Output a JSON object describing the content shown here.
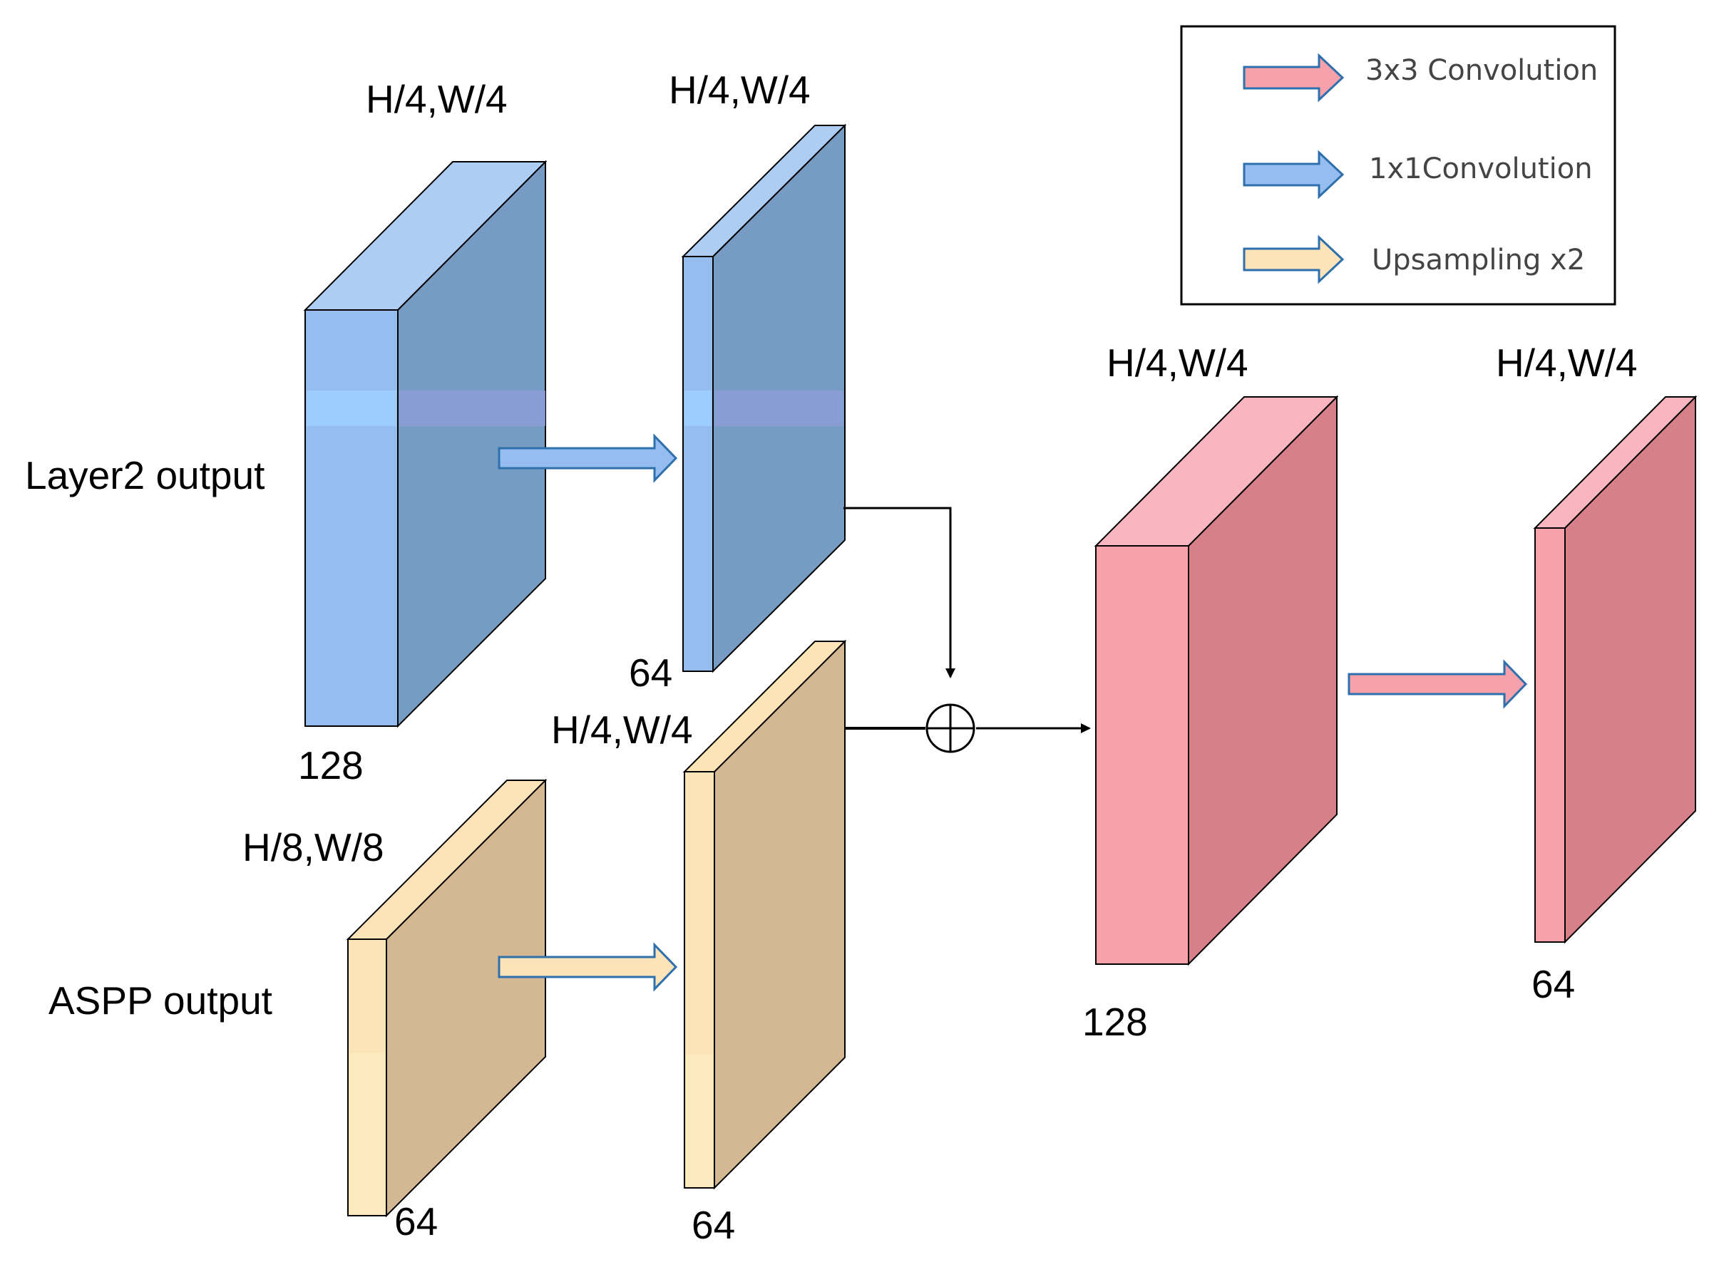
{
  "blocks": {
    "layer2_input": {
      "dims": "H/4,W/4",
      "channels": "128"
    },
    "layer2_conv": {
      "dims": "H/4,W/4",
      "channels": "64"
    },
    "aspp_input": {
      "dims": "H/8,W/8",
      "channels": "64"
    },
    "aspp_upsampled": {
      "dims": "H/4,W/4",
      "channels": "64"
    },
    "fused_conv": {
      "dims": "H/4,W/4",
      "channels": "128"
    },
    "output_conv": {
      "dims": "H/4,W/4",
      "channels": "64"
    }
  },
  "row_labels": {
    "layer2": "Layer2 output",
    "aspp": "ASPP output"
  },
  "legend": {
    "items": [
      {
        "label": "3x3 Convolution",
        "color": "#f7a1ab"
      },
      {
        "label": "1x1Convolution",
        "color": "#95bdef"
      },
      {
        "label": "Upsampling x2",
        "color": "#fde3b8"
      }
    ]
  },
  "colors": {
    "blue": "#95bdef",
    "orange": "#fde3b8",
    "pink": "#f7a1ab"
  }
}
